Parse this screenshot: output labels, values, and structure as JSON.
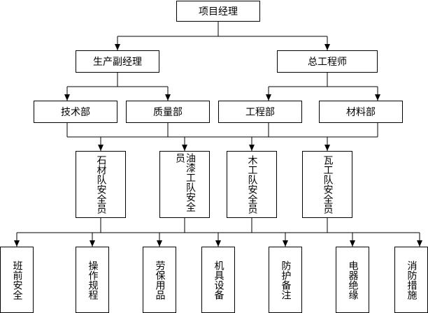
{
  "title": "项目经理",
  "level1": [
    "生产副经理",
    "总工程师"
  ],
  "departments": [
    "技术部",
    "质量部",
    "工程部",
    "材料部"
  ],
  "safety_officers": [
    "石材队安全员",
    "油漆工队安全员",
    "木工队安全员",
    "瓦工队安全员"
  ],
  "measures": [
    "班前安全",
    "操作规程",
    "劳保用品",
    "机具设备",
    "防护备注",
    "电器绝缘",
    "消防措施"
  ],
  "colors": {
    "line": "#000000",
    "box_border": "#000000",
    "background": "#ffffff"
  }
}
